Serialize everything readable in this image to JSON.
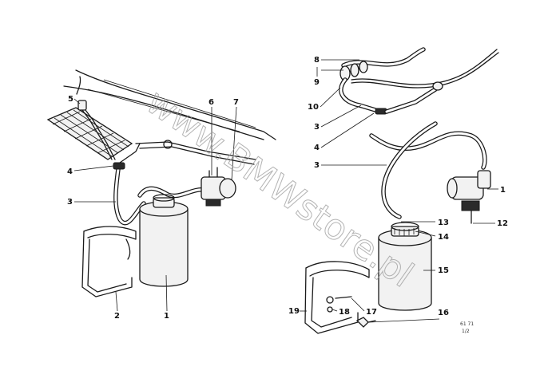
{
  "watermark": "www.BMWstore.pl",
  "left_group": {
    "callouts": [
      {
        "id": "lbl-5",
        "text": "5"
      },
      {
        "id": "lbl-6",
        "text": "6"
      },
      {
        "id": "lbl-7",
        "text": "7"
      },
      {
        "id": "lbl-4",
        "text": "4"
      },
      {
        "id": "lbl-3",
        "text": "3"
      },
      {
        "id": "lbl-2",
        "text": "2"
      },
      {
        "id": "lbl-1",
        "text": "1"
      }
    ]
  },
  "right_group": {
    "callouts": [
      {
        "id": "lbl-8",
        "text": "8"
      },
      {
        "id": "lbl-9",
        "text": "9"
      },
      {
        "id": "lbl-10",
        "text": "10"
      },
      {
        "id": "lbl-3a",
        "text": "3"
      },
      {
        "id": "lbl-4a",
        "text": "4"
      },
      {
        "id": "lbl-3b",
        "text": "3"
      },
      {
        "id": "lbl-1a",
        "text": "1"
      },
      {
        "id": "lbl-13",
        "text": "13"
      },
      {
        "id": "lbl-14",
        "text": "14"
      },
      {
        "id": "lbl-15",
        "text": "15"
      },
      {
        "id": "lbl-19",
        "text": "19"
      },
      {
        "id": "lbl-18",
        "text": "18"
      },
      {
        "id": "lbl-17",
        "text": "17"
      },
      {
        "id": "lbl-16",
        "text": "16"
      },
      {
        "id": "lbl-12",
        "text": "12"
      }
    ]
  },
  "figure_code": {
    "line1": "61 71",
    "line2": "1/2"
  }
}
